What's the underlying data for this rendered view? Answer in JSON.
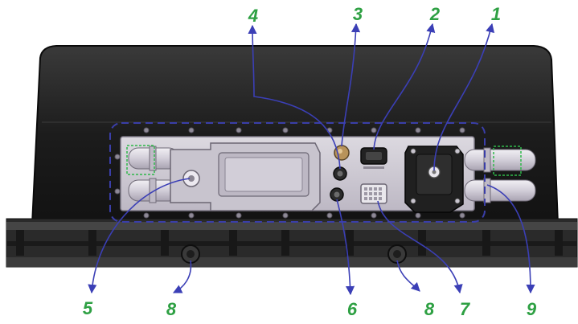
{
  "diagram": {
    "callouts": [
      {
        "id": "c1",
        "label": "1"
      },
      {
        "id": "c2",
        "label": "2"
      },
      {
        "id": "c3",
        "label": "3"
      },
      {
        "id": "c4",
        "label": "4"
      },
      {
        "id": "c5",
        "label": "5"
      },
      {
        "id": "c6",
        "label": "6"
      },
      {
        "id": "c7",
        "label": "7"
      },
      {
        "id": "c8a",
        "label": "8"
      },
      {
        "id": "c8b",
        "label": "8"
      },
      {
        "id": "c9",
        "label": "9"
      }
    ],
    "colors": {
      "callout_text": "#2ea043",
      "leader_line": "#3b3fb6",
      "dashed_outline": "#3a3ea8",
      "highlight_box": "#2fb84a",
      "housing": "#1f1f1f",
      "panel": "#cfcbd4",
      "brass_port": "#b8935a"
    }
  }
}
